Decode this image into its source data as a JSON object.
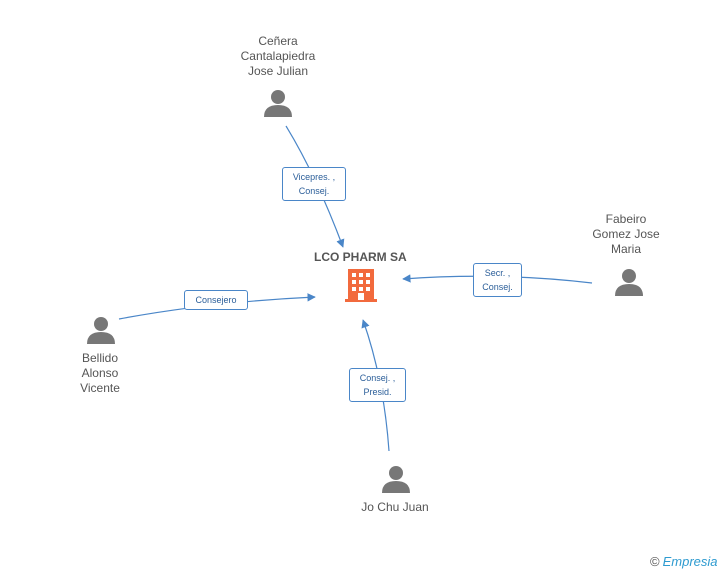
{
  "company": {
    "name": "LCO PHARM SA",
    "color": "#f26a3d"
  },
  "people": [
    {
      "id": "p1",
      "name": "Ceñera\nCantalapiedra\nJose Julian"
    },
    {
      "id": "p2",
      "name": "Fabeiro\nGomez Jose\nMaria"
    },
    {
      "id": "p3",
      "name": "Bellido\nAlonso\nVicente"
    },
    {
      "id": "p4",
      "name": "Jo Chu Juan"
    }
  ],
  "edges": [
    {
      "id": "e1",
      "label": "Vicepres. ,\nConsej."
    },
    {
      "id": "e2",
      "label": "Secr. ,\nConsej."
    },
    {
      "id": "e3",
      "label": "Consejero"
    },
    {
      "id": "e4",
      "label": "Consej. ,\nPresid."
    }
  ],
  "footer": {
    "copyright": "©",
    "brand": "Empresia"
  },
  "colors": {
    "edge": "#4a86c8",
    "person": "#777777",
    "text": "#555555"
  }
}
